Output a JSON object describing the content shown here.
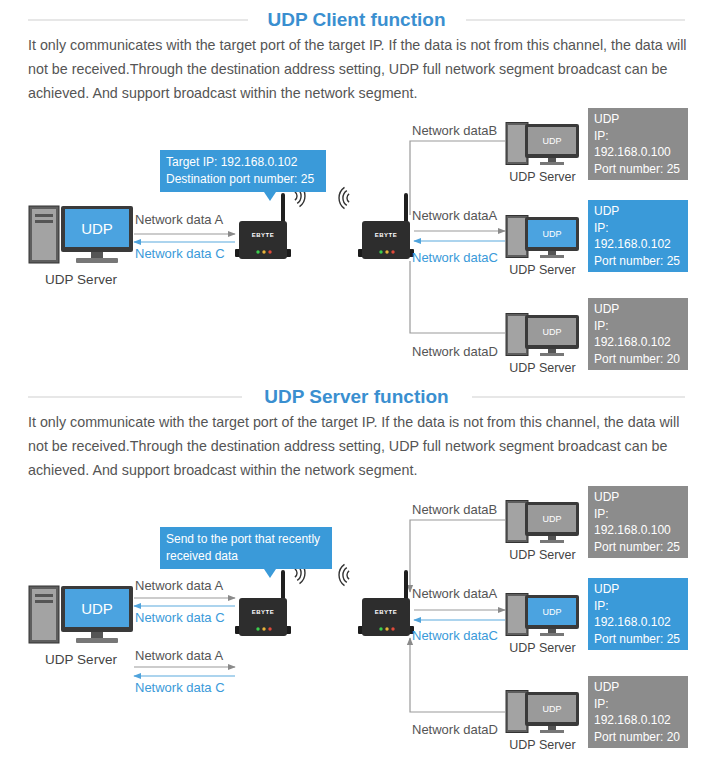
{
  "diagram": {
    "title": "UDP Client function",
    "nodes": [
      {
        "text": [
          "UDP",
          "UDP Server"
        ]
      },
      {
        "text": [
          "Target IP: 192.168.0.102",
          "Destination port number: 25"
        ]
      },
      {
        "text": [
          "EBYTE"
        ]
      },
      {
        "text": [
          "EBYTE"
        ]
      },
      {
        "text": [
          "UDP",
          "UDP Server"
        ]
      },
      {
        "text": [
          "UDP",
          "IP: 192.168.0.100",
          "Port number: 25"
        ]
      },
      {
        "text": [
          "UDP",
          "UDP Server"
        ]
      },
      {
        "text": [
          "UDP",
          "IP: 192.168.0.102",
          "Port number: 25"
        ]
      },
      {
        "text": [
          "UDP",
          "UDP Server"
        ]
      },
      {
        "text": [
          "UDP",
          "IP: 192.168.0.102",
          "Port number: 20"
        ]
      },
      {
        "text": [
          "UDP",
          "UDP Server"
        ]
      },
      {
        "text": [
          "Send to the port that recently received data"
        ]
      },
      {
        "text": [
          "EBYTE"
        ]
      },
      {
        "text": [
          "EBYTE"
        ]
      },
      {
        "text": [
          "UDP",
          "UDP Server"
        ]
      },
      {
        "text": [
          "UDP",
          "IP: 192.168.0.100",
          "Port number: 25"
        ]
      },
      {
        "text": [
          "UDP",
          "UDP Server"
        ]
      },
      {
        "text": [
          "UDP",
          "IP: 192.168.0.102",
          "Port number: 25"
        ]
      },
      {
        "text": [
          "UDP",
          "UDP Server"
        ]
      },
      {
        "text": [
          "UDP",
          "IP: 192.168.0.102",
          "Port number: 20"
        ]
      }
    ],
    "edges": [
      {
        "from": 0,
        "to": 2,
        "label": "Network data A",
        "arrow": "to"
      },
      {
        "from": 2,
        "to": 0,
        "label": "Network data C",
        "arrow": "to"
      },
      {
        "from": 3,
        "to": 4,
        "label": "Network dataB",
        "arrow": "none"
      },
      {
        "from": 3,
        "to": 6,
        "label": "Network dataA",
        "arrow": "to"
      },
      {
        "from": 6,
        "to": 3,
        "label": "Network dataC",
        "arrow": "to"
      },
      {
        "from": 3,
        "to": 8,
        "label": "Network dataD",
        "arrow": "none"
      },
      {
        "from": 10,
        "to": 12,
        "label": "Network data A",
        "arrow": "to"
      },
      {
        "from": 12,
        "to": 10,
        "label": "Network data C",
        "arrow": "to"
      },
      {
        "from": 10,
        "to": 12,
        "label": "Network data A",
        "arrow": "to"
      },
      {
        "from": 12,
        "to": 10,
        "label": "Network data C",
        "arrow": "to"
      },
      {
        "from": 14,
        "to": 13,
        "label": "Network dataB",
        "arrow": "to"
      },
      {
        "from": 13,
        "to": 16,
        "label": "Network dataA",
        "arrow": "to"
      },
      {
        "from": 16,
        "to": 13,
        "label": "Network dataC",
        "arrow": "to"
      },
      {
        "from": 18,
        "to": 13,
        "label": "Network dataD",
        "arrow": "to"
      }
    ],
    "labels": [
      "It only communicates with the target port of the target IP. If the data is not from this channel, the data will not be received.Through the destination address setting, UDP full network segment broadcast can be achieved. And support broadcast within the network segment.",
      "UDP Server function",
      "It only communicate with the target port of the target IP. If the data is not from this channel, the data will not be received.Through the destination address setting, UDP full network segment broadcast can be achieved. And support broadcast within the network segment."
    ]
  }
}
